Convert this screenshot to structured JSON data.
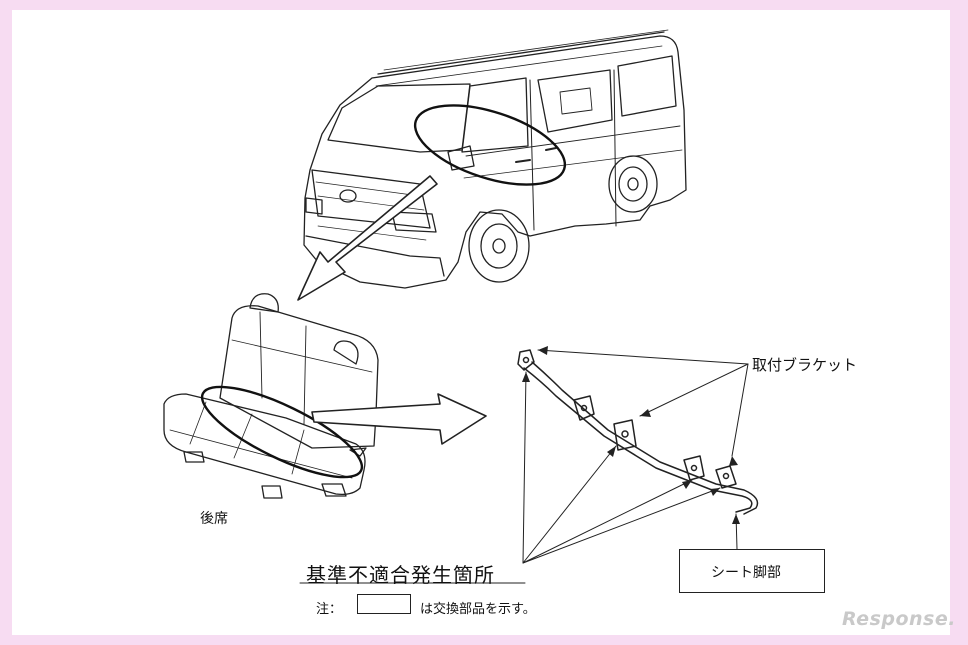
{
  "labels": {
    "bracket": "取付ブラケット",
    "rear_seat": "後席",
    "nonconformity": "基準不適合発生箇所",
    "note_prefix": "注：",
    "note_text": "は交換部品を示す。",
    "seat_leg": "シート脚部"
  },
  "watermark": "Response.",
  "colors": {
    "border": "#f7dcf2",
    "line": "#222222",
    "watermark": "#c9c9c9"
  },
  "icons": [
    "van-drawing",
    "seat-drawing",
    "bracket-drawing",
    "arrow-icon"
  ]
}
